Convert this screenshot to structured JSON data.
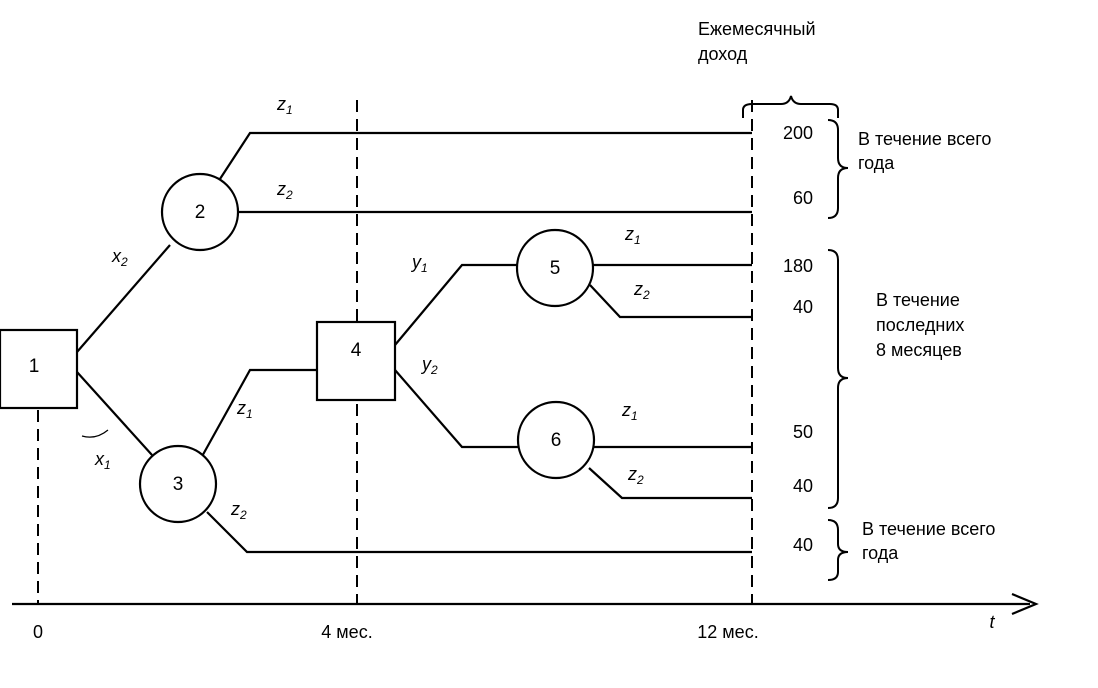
{
  "header": {
    "line1": "Ежемесячный",
    "line2": "доход"
  },
  "nodes": [
    "1",
    "2",
    "3",
    "4",
    "5",
    "6"
  ],
  "branches": {
    "x1": {
      "base": "x",
      "sub": "1"
    },
    "x2": {
      "base": "x",
      "sub": "2"
    },
    "y1": {
      "base": "y",
      "sub": "1"
    },
    "y2": {
      "base": "y",
      "sub": "2"
    },
    "z": "z",
    "s1": "1",
    "s2": "2"
  },
  "incomes": [
    "200",
    "60",
    "180",
    "40",
    "50",
    "40",
    "40"
  ],
  "periods": {
    "year_line1": "В течение всего",
    "year_line2": "года",
    "last_line1": "В течение",
    "last_line2": "последних",
    "last_line3": "8 месяцев"
  },
  "axis": {
    "t0": "0",
    "t4": "4 мес.",
    "t12": "12 мес.",
    "var": "t"
  }
}
